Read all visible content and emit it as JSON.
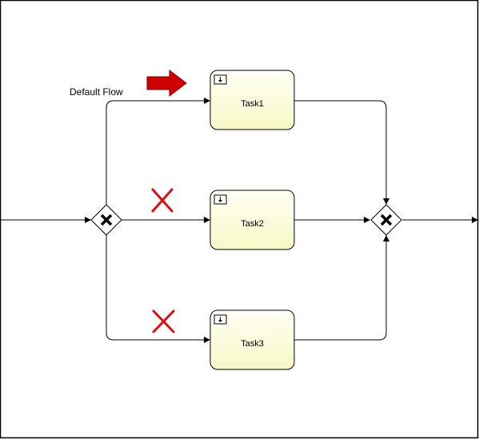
{
  "diagram": {
    "default_flow_label": "Default Flow",
    "tasks": [
      {
        "id": "task1",
        "label": "Task1",
        "has_marker": true
      },
      {
        "id": "task2",
        "label": "Task2",
        "has_marker": true
      },
      {
        "id": "task3",
        "label": "Task3",
        "has_marker": true
      }
    ],
    "gateways": [
      {
        "id": "split",
        "type": "exclusive",
        "icon": "x-icon"
      },
      {
        "id": "merge",
        "type": "exclusive",
        "icon": "x-icon"
      }
    ],
    "annotations": {
      "default_arrow_icon": "red-arrow-right-icon",
      "blocked_icon": "red-x-icon"
    },
    "colors": {
      "task_fill_top": "#fefef4",
      "task_fill_bottom": "#f8f8c8",
      "arrow_red": "#d10000",
      "cross_red": "#d81010",
      "line": "#000000"
    }
  }
}
